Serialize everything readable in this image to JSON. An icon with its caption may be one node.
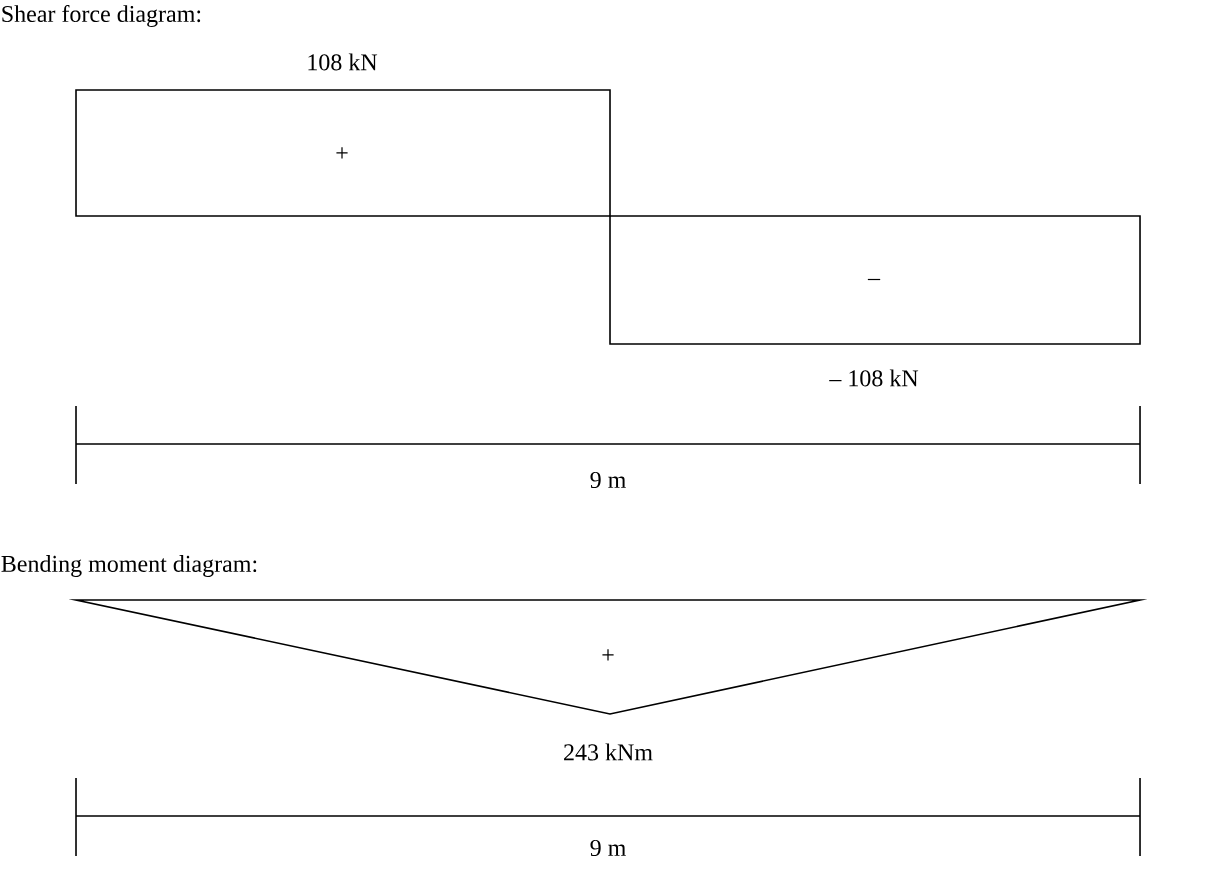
{
  "diagram": {
    "nodes": [
      {
        "text": [
          "+"
        ],
        "beside": [
          "108 kN"
        ]
      },
      {
        "text": [
          "–"
        ],
        "beside": [
          "– 108 kN"
        ]
      },
      {
        "text": [
          "+"
        ],
        "beside": [
          "243 kNm"
        ]
      }
    ],
    "labels": [
      "Shear force diagram:",
      "9 m",
      "Bending moment diagram:",
      "9 m"
    ]
  }
}
